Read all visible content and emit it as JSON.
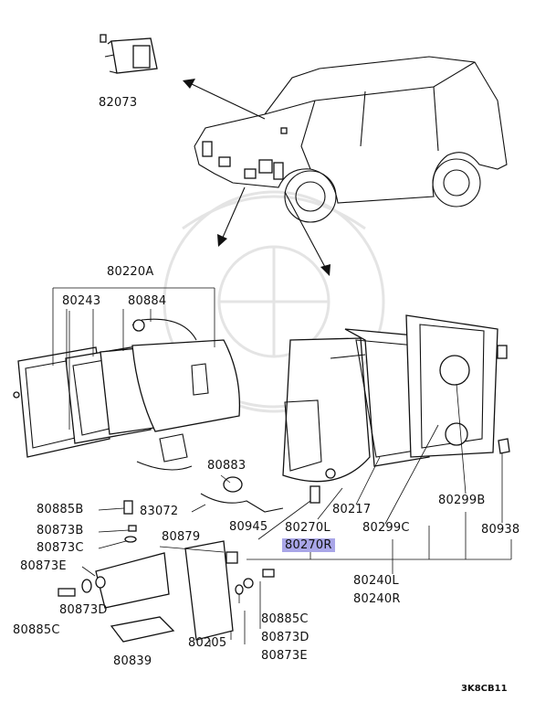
{
  "labels": {
    "p82073": "82073",
    "p80220A": "80220A",
    "p80243": "80243",
    "p80884": "80884",
    "p80883": "80883",
    "p83072": "83072",
    "p80885B": "80885B",
    "p80873B": "80873B",
    "p80873C": "80873C",
    "p80873E_left": "80873E",
    "p80873D_left": "80873D",
    "p80885C_left": "80885C",
    "p80879": "80879",
    "p80945": "80945",
    "p80839": "80839",
    "p80205": "80205",
    "p80873D_right": "80873D",
    "p80873E_right": "80873E",
    "p80885C_right": "80885C",
    "p80217": "80217",
    "p80270L": "80270L",
    "p80270R": "80270R",
    "p80299C": "80299C",
    "p80299B": "80299B",
    "p80938": "80938",
    "p80240L": "80240L",
    "p80240R": "80240R"
  },
  "diagram_code": "3K8CB11",
  "highlight_color": "#a9a6e8"
}
